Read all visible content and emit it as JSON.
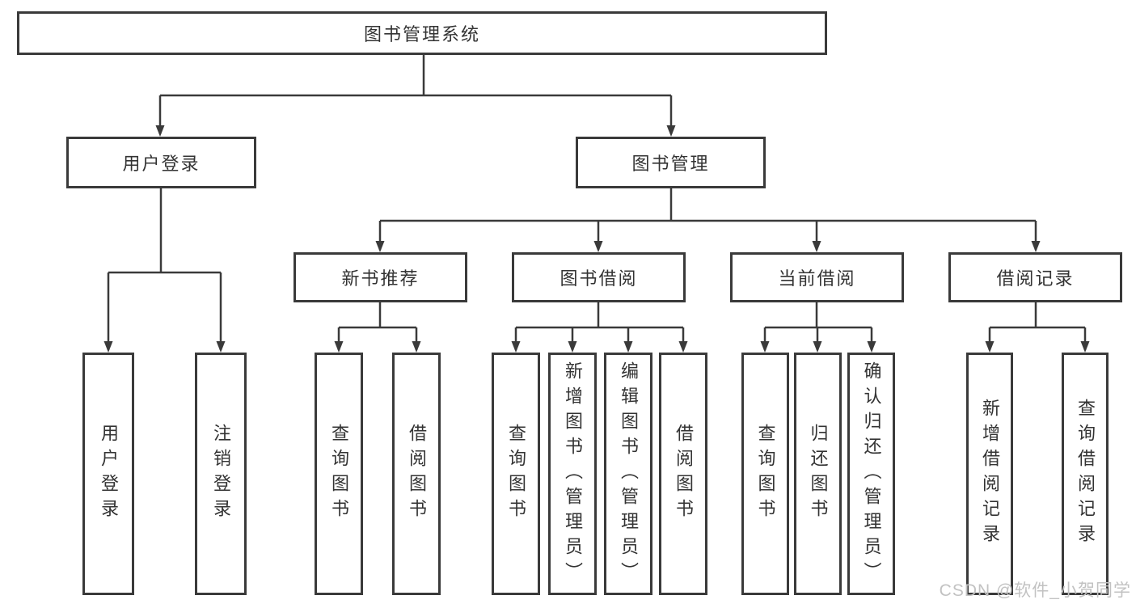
{
  "nodes": {
    "root": "图书管理系统",
    "user_login": "用户登录",
    "book_mgmt": "图书管理",
    "new_books": "新书推荐",
    "book_borrow": "图书借阅",
    "current_borrow": "当前借阅",
    "borrow_records": "借阅记录",
    "leaf_user_login": "用户登录",
    "leaf_logout": "注销登录",
    "leaf_nb_query": "查询图书",
    "leaf_nb_borrow": "借阅图书",
    "leaf_bb_query": "查询图书",
    "leaf_bb_add": "新增图书（管理员）",
    "leaf_bb_edit": "编辑图书（管理员）",
    "leaf_bb_borrow": "借阅图书",
    "leaf_cb_query": "查询图书",
    "leaf_cb_return": "归还图书",
    "leaf_cb_confirm": "确认归还（管理员）",
    "leaf_br_add": "新增借阅记录",
    "leaf_br_query": "查询借阅记录"
  },
  "watermark": "CSDN @软件_小贺同学",
  "colors": {
    "background": "#ffffff",
    "box_fill": "#ffffff",
    "box_border": "#3a3a3a",
    "line": "#3a3a3a",
    "text": "#333333",
    "watermark": "#c2c2c2"
  }
}
